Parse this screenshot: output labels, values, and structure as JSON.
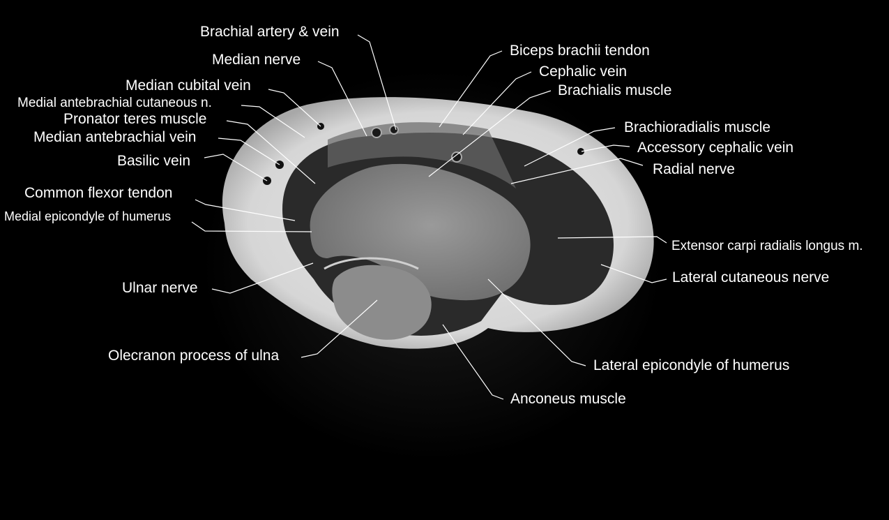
{
  "labels": {
    "brachial_artery_vein": "Brachial artery & vein",
    "median_nerve": "Median nerve",
    "median_cubital_vein": "Median cubital vein",
    "medial_antebrachial_cutaneous_n": "Medial antebrachial cutaneous n.",
    "pronator_teres_muscle": "Pronator teres muscle",
    "median_antebrachial_vein": "Median antebrachial vein",
    "basilic_vein": "Basilic vein",
    "common_flexor_tendon": "Common flexor tendon",
    "medial_epicondyle_of_humerus": "Medial epicondyle of humerus",
    "ulnar_nerve": "Ulnar nerve",
    "olecranon_process_of_ulna": "Olecranon process of ulna",
    "biceps_brachii_tendon": "Biceps brachii tendon",
    "cephalic_vein": "Cephalic vein",
    "brachialis_muscle": "Brachialis muscle",
    "brachioradialis_muscle": "Brachioradialis muscle",
    "accessory_cephalic_vein": "Accessory cephalic vein",
    "radial_nerve": "Radial nerve",
    "extensor_carpi_radialis_longus_m": "Extensor carpi radialis longus m.",
    "lateral_cutaneous_nerve": "Lateral cutaneous nerve",
    "lateral_epicondyle_of_humerus": "Lateral epicondyle of humerus",
    "anconeus_muscle": "Anconeus muscle"
  }
}
